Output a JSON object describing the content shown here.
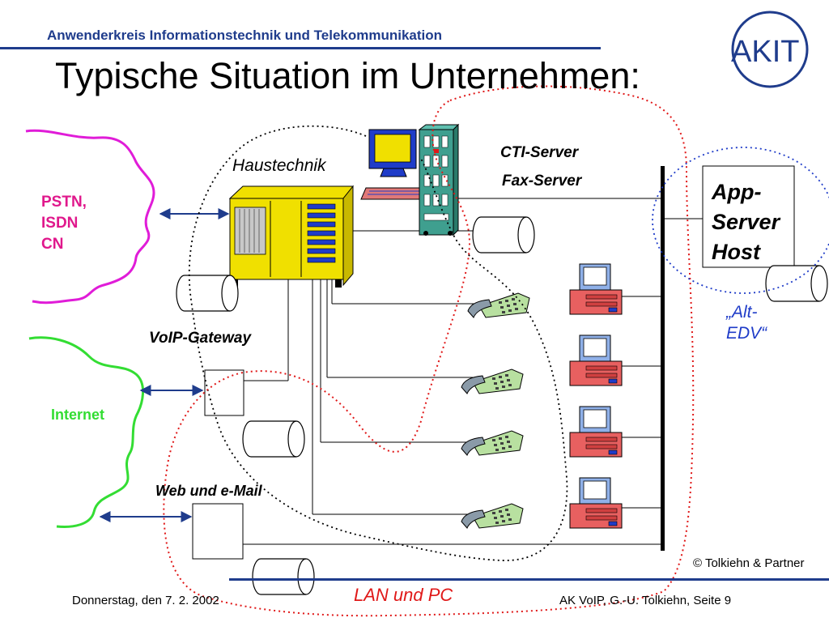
{
  "header": {
    "organization": "Anwenderkreis  Informationstechnik und Telekommunikation",
    "logo_text": "AKIT"
  },
  "title": "Typische Situation im Unternehmen:",
  "labels": {
    "haustechnik": "Haustechnik",
    "cti_server": "CTI-Server",
    "fax_server": "Fax-Server",
    "app_server_lines": [
      "App-",
      "Server",
      "Host"
    ],
    "alt_edv_lines": [
      "„Alt-",
      "EDV“"
    ],
    "network_lines": [
      "PSTN,",
      "ISDN",
      "CN"
    ],
    "internet": "Internet",
    "voip_gateway": "VoIP-Gateway",
    "web_email": "Web und e-Mail",
    "lan_pc": "LAN und PC"
  },
  "footer": {
    "copyright": "© Tolkiehn & Partner",
    "date": "Donnerstag, den 7. 2. 2002",
    "page_info": "AK VoIP, G.-U. Tolkiehn, Seite 9"
  },
  "colors": {
    "brand_blue": "#1f3c8c",
    "pstn_magenta": "#e0188c",
    "internet_green": "#33dd33",
    "lan_red": "#e01818",
    "legacy_blue": "#1f3cc8",
    "pbx_yellow": "#f0e000",
    "pc_red": "#e86060",
    "phone_green": "#b8e0a0"
  }
}
